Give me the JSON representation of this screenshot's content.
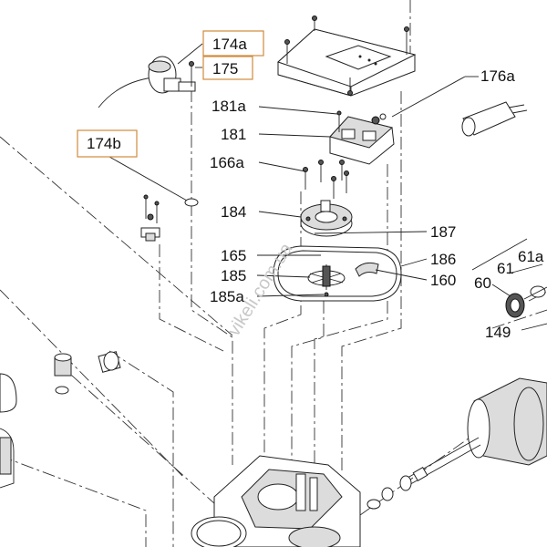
{
  "diagram": {
    "boxed_labels": [
      "174a",
      "175",
      "174b"
    ],
    "labels": [
      "176a",
      "181a",
      "181",
      "166a",
      "184",
      "187",
      "165",
      "186",
      "185",
      "160",
      "185a",
      "61a",
      "61",
      "60",
      "149"
    ],
    "watermark": "vikeli.com.ua"
  }
}
